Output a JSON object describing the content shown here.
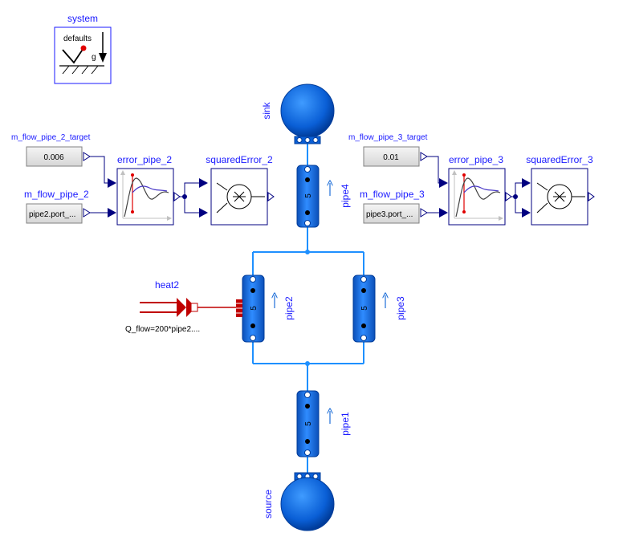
{
  "colors": {
    "pipe_blue": "#1e6fd9",
    "wire_blue": "#1e90ff",
    "label_blue": "#1a1aff",
    "signal_navy": "#000080",
    "heat_red": "#c00000"
  },
  "system": {
    "name": "system",
    "defaults": "defaults",
    "g": "g"
  },
  "sink": {
    "name": "sink"
  },
  "source": {
    "name": "source"
  },
  "pipes": [
    {
      "name": "pipe4",
      "count": "5"
    },
    {
      "name": "pipe2",
      "count": "5"
    },
    {
      "name": "pipe3",
      "count": "5"
    },
    {
      "name": "pipe1",
      "count": "5"
    }
  ],
  "heat": {
    "name": "heat2",
    "expr": "Q_flow=200*pipe2...."
  },
  "left": {
    "target_name": "m_flow_pipe_2_target",
    "target_value": "0.006",
    "meas_name": "m_flow_pipe_2",
    "meas_value": "pipe2.port_...",
    "error_name": "error_pipe_2",
    "sq_name": "squaredError_2"
  },
  "right": {
    "target_name": "m_flow_pipe_3_target",
    "target_value": "0.01",
    "meas_name": "m_flow_pipe_3",
    "meas_value": "pipe3.port_...",
    "error_name": "error_pipe_3",
    "sq_name": "squaredError_3"
  }
}
